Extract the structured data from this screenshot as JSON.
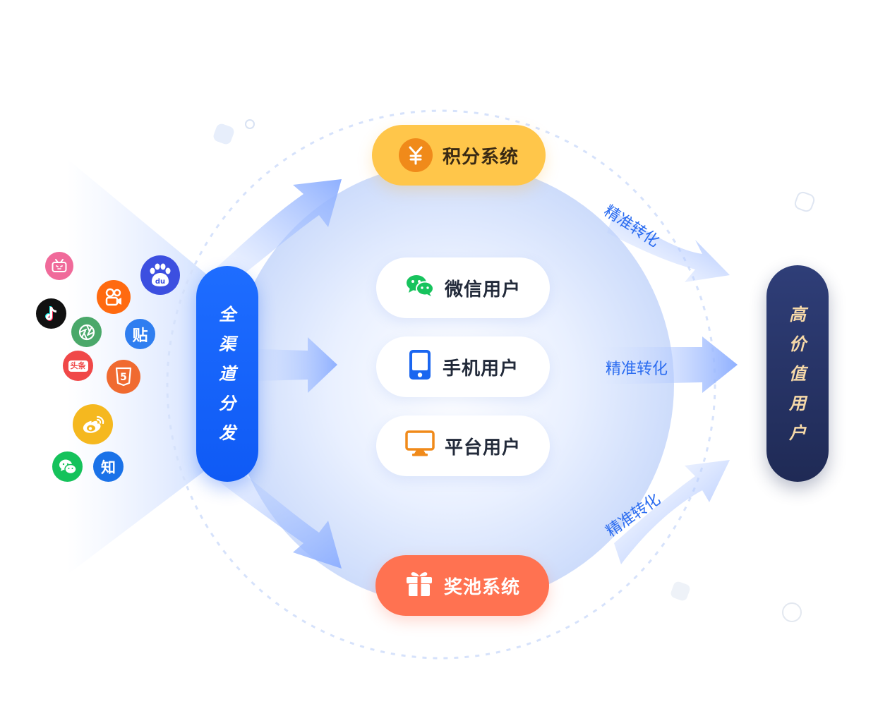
{
  "diagram": {
    "left_bar": {
      "chars": [
        "全",
        "渠",
        "道",
        "分",
        "发"
      ]
    },
    "right_bar": {
      "chars": [
        "高",
        "价",
        "值",
        "用",
        "户"
      ]
    },
    "points_system": {
      "label": "积分系统",
      "icon": "yen-coin-icon",
      "color": "#ffc64a"
    },
    "prize_system": {
      "label": "奖池系统",
      "icon": "gift-icon",
      "color": "#ff7251"
    },
    "users": [
      {
        "label": "微信用户",
        "icon": "wechat-icon"
      },
      {
        "label": "手机用户",
        "icon": "mobile-phone-icon"
      },
      {
        "label": "平台用户",
        "icon": "monitor-icon"
      }
    ],
    "conversion_labels": [
      "精准转化",
      "精准转化",
      "精准转化"
    ],
    "channels": {
      "baidu": {
        "icon": "baidu-paw-icon",
        "text": "du",
        "color": "#3c4fe0"
      },
      "bilibili": {
        "icon": "bilibili-tv-icon",
        "color": "#f06a9a"
      },
      "kuaishou": {
        "icon": "kuaishou-camera-icon",
        "color": "#ff6a10"
      },
      "tiktok": {
        "icon": "tiktok-note-icon",
        "color": "#111111"
      },
      "aperture": {
        "icon": "aperture-icon",
        "color": "#4aa86a"
      },
      "tieba": {
        "icon": "tieba-icon",
        "text": "贴",
        "color": "#2f7ef0"
      },
      "toutiao": {
        "icon": "toutiao-icon",
        "text": "头条",
        "color": "#f04848"
      },
      "html5": {
        "icon": "html5-shield-icon",
        "text": "5",
        "color": "#f06a30"
      },
      "weibo": {
        "icon": "weibo-icon",
        "color": "#f5b81f"
      },
      "wechat": {
        "icon": "wechat-icon",
        "color": "#15c25b"
      },
      "zhihu": {
        "icon": "zhihu-icon",
        "text": "知",
        "color": "#1a72e8"
      }
    }
  }
}
